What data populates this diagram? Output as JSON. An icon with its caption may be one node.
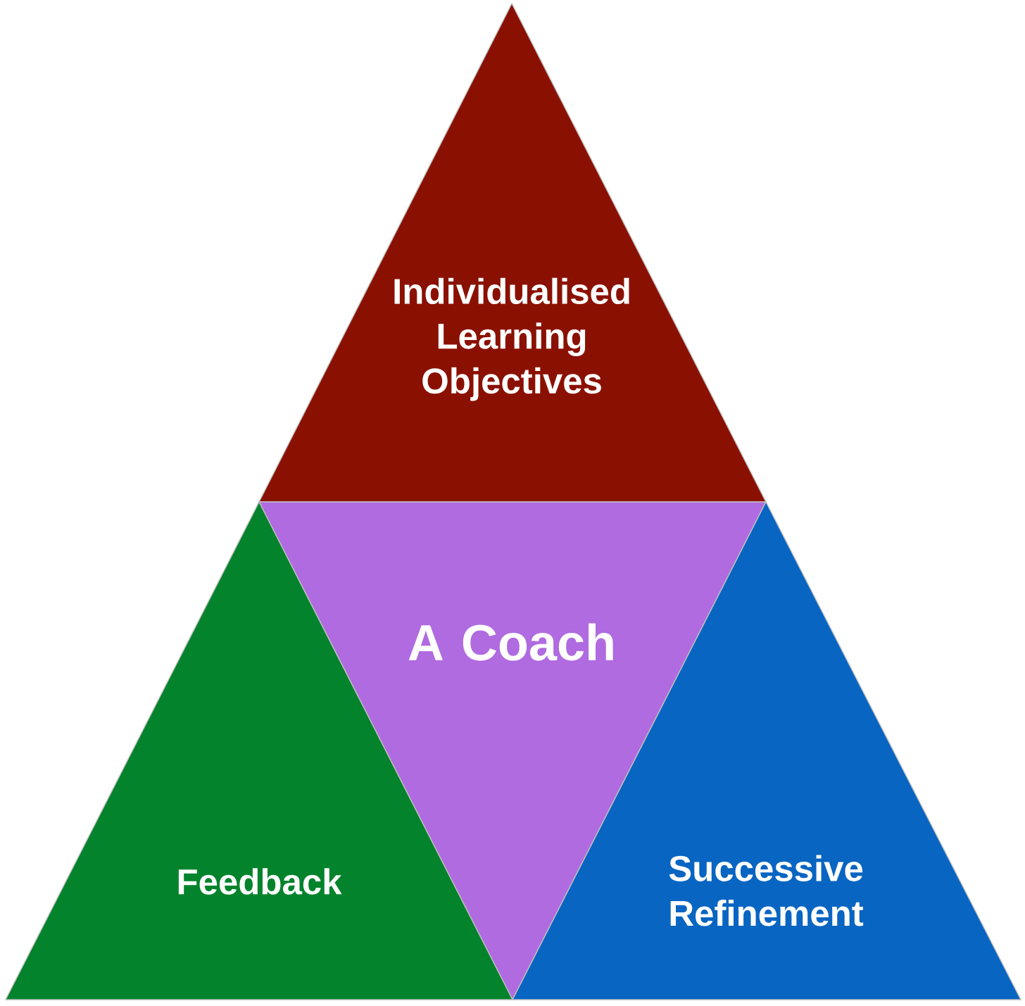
{
  "diagram": {
    "nodes": [
      {
        "text": [
          "Individualised Learning Objectives"
        ]
      },
      {
        "text": [
          "A Coach"
        ]
      },
      {
        "text": [
          "Feedback"
        ]
      },
      {
        "text": [
          "Successive Refinement"
        ]
      }
    ],
    "edges": []
  }
}
